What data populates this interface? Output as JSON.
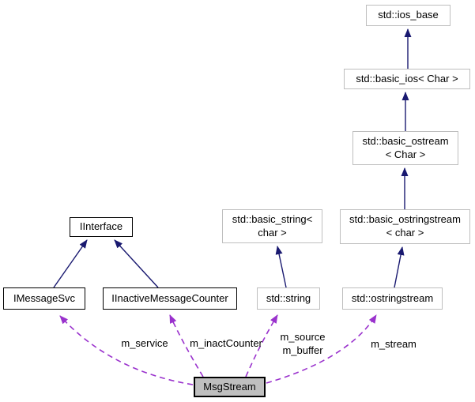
{
  "diagram": {
    "type": "collaboration-diagram",
    "focus_class": "MsgStream",
    "nodes": {
      "ios_base": {
        "label": "std::ios_base",
        "kind": "external"
      },
      "basic_ios": {
        "label": "std::basic_ios< Char >",
        "kind": "external"
      },
      "basic_ostream": {
        "label": "std::basic_ostream\n< Char >",
        "kind": "external"
      },
      "basic_ostringstream": {
        "label": "std::basic_ostringstream\n< char >",
        "kind": "external"
      },
      "basic_string": {
        "label": "std::basic_string<\nchar >",
        "kind": "external"
      },
      "iinterface": {
        "label": "IInterface",
        "kind": "documented"
      },
      "imessagesvc": {
        "label": "IMessageSvc",
        "kind": "documented"
      },
      "iinactivemessagecounter": {
        "label": "IInactiveMessageCounter",
        "kind": "documented"
      },
      "std_string": {
        "label": "std::string",
        "kind": "external"
      },
      "std_ostringstream": {
        "label": "std::ostringstream",
        "kind": "external"
      },
      "msgstream": {
        "label": "MsgStream",
        "kind": "focus"
      }
    },
    "edge_labels": {
      "m_service": "m_service",
      "m_inactCounter": "m_inactCounter",
      "m_source_buffer": "m_source\nm_buffer",
      "m_stream": "m_stream"
    },
    "edges": [
      {
        "type": "inheritance",
        "from": "std::basic_ios< Char >",
        "to": "std::ios_base"
      },
      {
        "type": "inheritance",
        "from": "std::basic_ostream< Char >",
        "to": "std::basic_ios< Char >"
      },
      {
        "type": "inheritance",
        "from": "std::basic_ostringstream< char >",
        "to": "std::basic_ostream< Char >"
      },
      {
        "type": "inheritance",
        "from": "IMessageSvc",
        "to": "IInterface"
      },
      {
        "type": "inheritance",
        "from": "IInactiveMessageCounter",
        "to": "IInterface"
      },
      {
        "type": "inheritance",
        "from": "std::string",
        "to": "std::basic_string< char >"
      },
      {
        "type": "inheritance",
        "from": "std::ostringstream",
        "to": "std::basic_ostringstream< char >"
      },
      {
        "type": "usage",
        "from": "MsgStream",
        "to": "IMessageSvc",
        "label": "m_service"
      },
      {
        "type": "usage",
        "from": "MsgStream",
        "to": "IInactiveMessageCounter",
        "label": "m_inactCounter"
      },
      {
        "type": "usage",
        "from": "MsgStream",
        "to": "std::string",
        "label": "m_source\nm_buffer"
      },
      {
        "type": "usage",
        "from": "MsgStream",
        "to": "std::ostringstream",
        "label": "m_stream"
      }
    ]
  },
  "colors": {
    "inheritance_arrow": "#191970",
    "usage_arrow": "#9a32cd",
    "external_node_border": "#bebebe",
    "documented_node_border": "#000000",
    "focus_node_fill": "#bfbfbf",
    "background": "#ffffff"
  }
}
